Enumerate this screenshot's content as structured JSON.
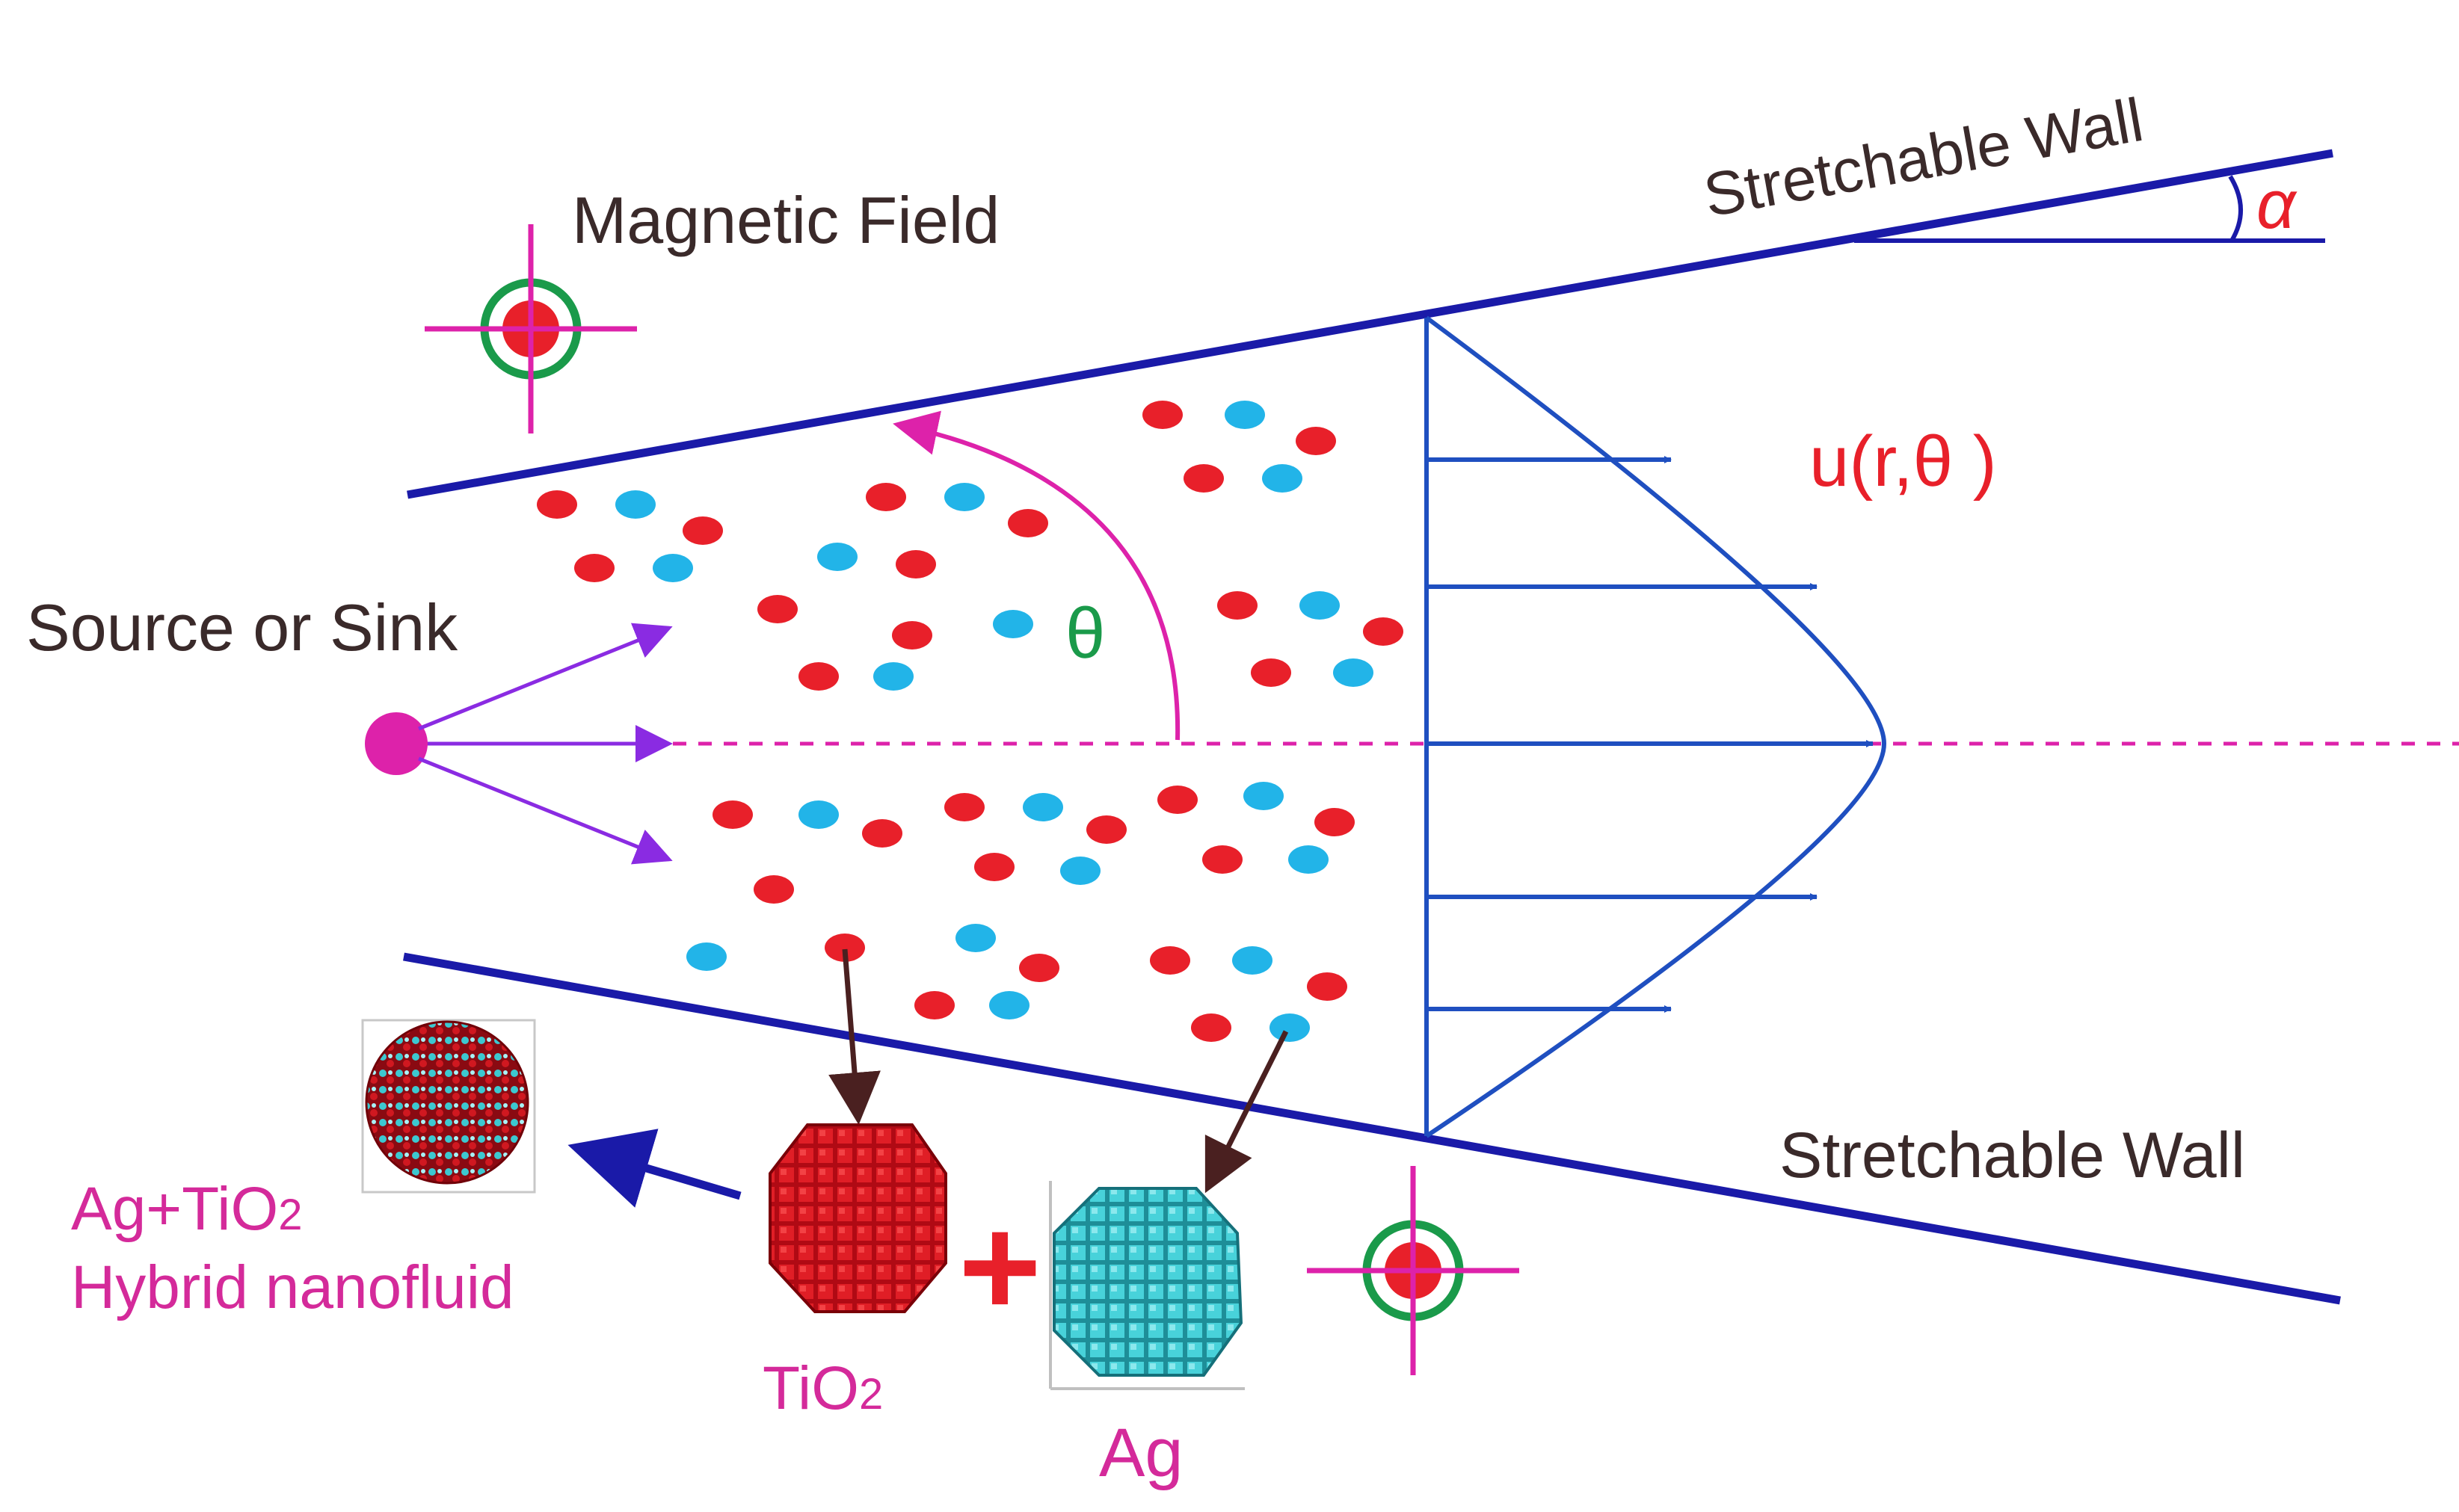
{
  "labels": {
    "magnetic_field": "Magnetic Field",
    "stretchable_wall_top": "Stretchable Wall",
    "stretchable_wall_bottom": "Stretchable Wall",
    "alpha": "α",
    "velocity": "u(r,θ )",
    "theta": "θ",
    "source_sink": "Source or Sink",
    "hybrid_line1": "Ag+TiO",
    "hybrid_line1_sub": "2",
    "hybrid_line2": "Hybrid nanofluid",
    "tio2": "TiO",
    "tio2_sub": "2",
    "ag": "Ag",
    "plus": "+"
  },
  "colors": {
    "wall": "#1a1aa8",
    "profile": "#1f4fc0",
    "particle_red": "#e8202a",
    "particle_blue": "#22b4e8",
    "magenta": "#dd22aa",
    "purple_arrow": "#8a2be2",
    "green_ring": "#1a9a4a",
    "label_red": "#e8202a",
    "label_green": "#1a9a4a",
    "label_magenta": "#d42a9a",
    "label_dark": "#3a2a2a",
    "tio2_sphere": "#c8101a",
    "ag_sphere": "#3cc8d0",
    "arrow_dark": "#4a2020"
  },
  "icons": {
    "magnetic_field_symbol": "magnetic-field-icon",
    "source": "source-point-icon"
  }
}
